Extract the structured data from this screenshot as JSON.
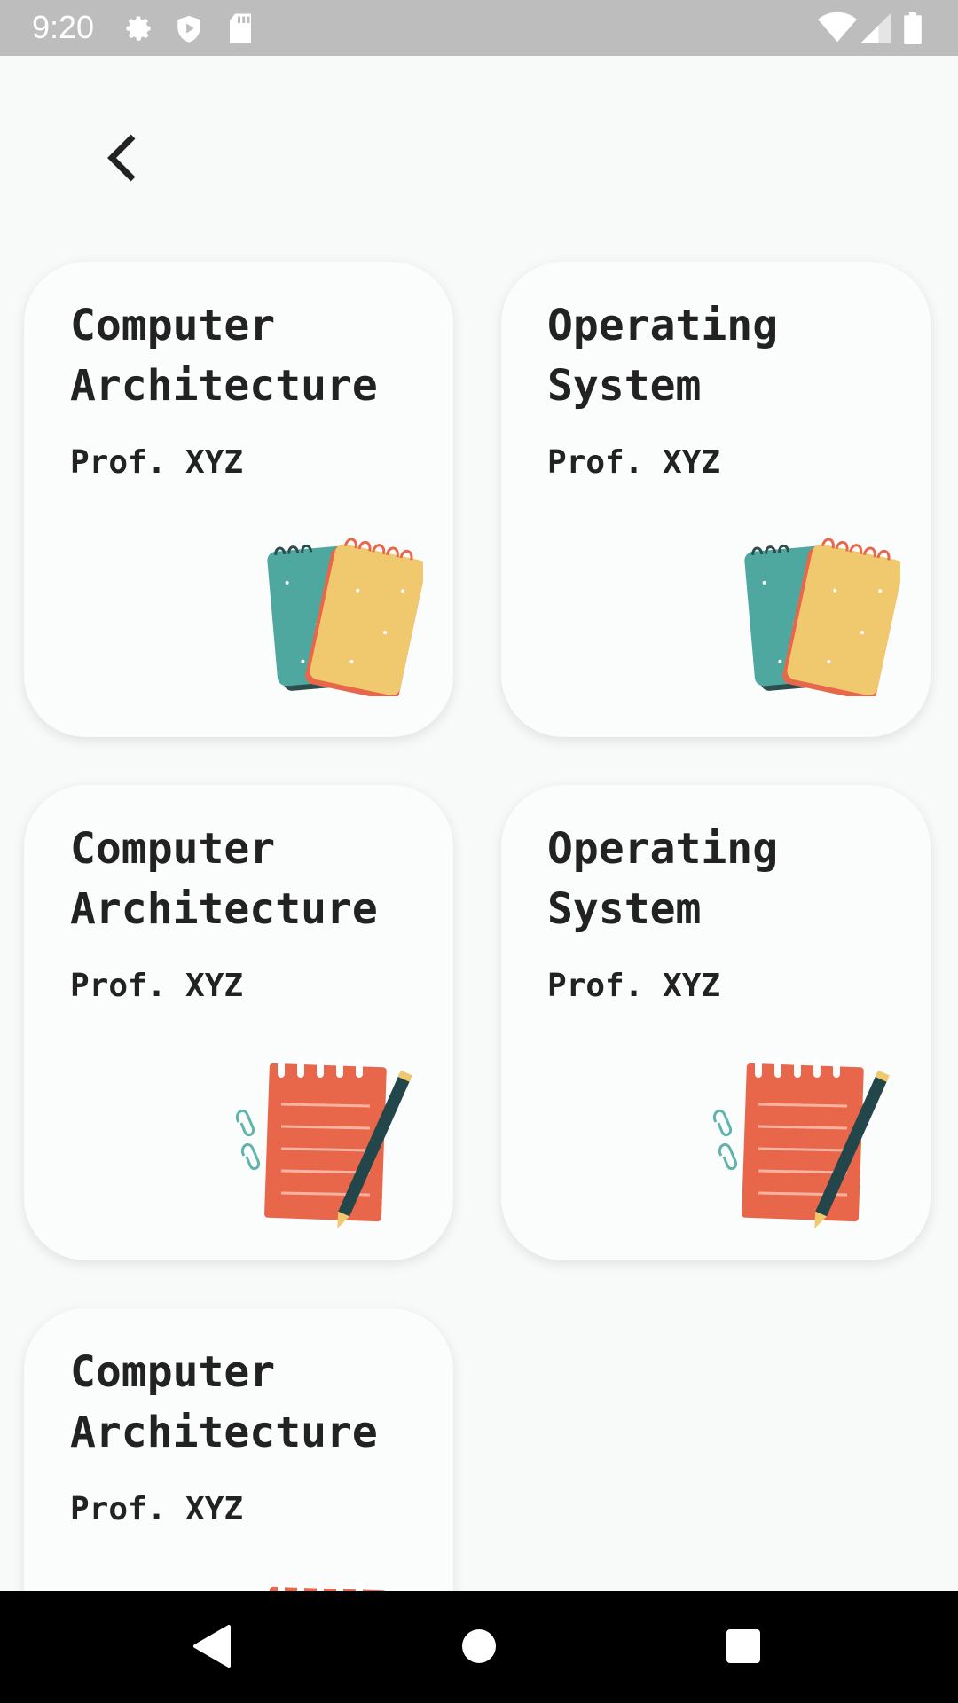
{
  "status_bar": {
    "time": "9:20",
    "icons": [
      "settings-icon",
      "shield-icon",
      "sd-card-icon",
      "wifi-icon",
      "signal-icon",
      "battery-icon"
    ]
  },
  "header": {
    "back_icon": "chevron-left-icon"
  },
  "cards": [
    {
      "title": "Computer\nArchitecture",
      "professor": "Prof. XYZ",
      "art": "notebooks"
    },
    {
      "title": "Operating\nSystem",
      "professor": "Prof. XYZ",
      "art": "notebooks"
    },
    {
      "title": "Computer\nArchitecture",
      "professor": "Prof. XYZ",
      "art": "notepad-pencil"
    },
    {
      "title": "Operating\nSystem",
      "professor": "Prof. XYZ",
      "art": "notepad-pencil"
    },
    {
      "title": "Computer\nArchitecture",
      "professor": "Prof. XYZ",
      "art": "notepad-pencil"
    }
  ],
  "nav_bar": {
    "buttons": [
      "back-triangle-icon",
      "home-circle-icon",
      "recents-square-icon"
    ]
  },
  "colors": {
    "background": "#f8fafa",
    "card": "#fbfcfc",
    "text": "#222222",
    "status_bar": "#bdbdbd",
    "notebook_teal": "#4fa8a0",
    "notebook_yellow": "#f0c96e",
    "notepad_red": "#e8674a"
  }
}
